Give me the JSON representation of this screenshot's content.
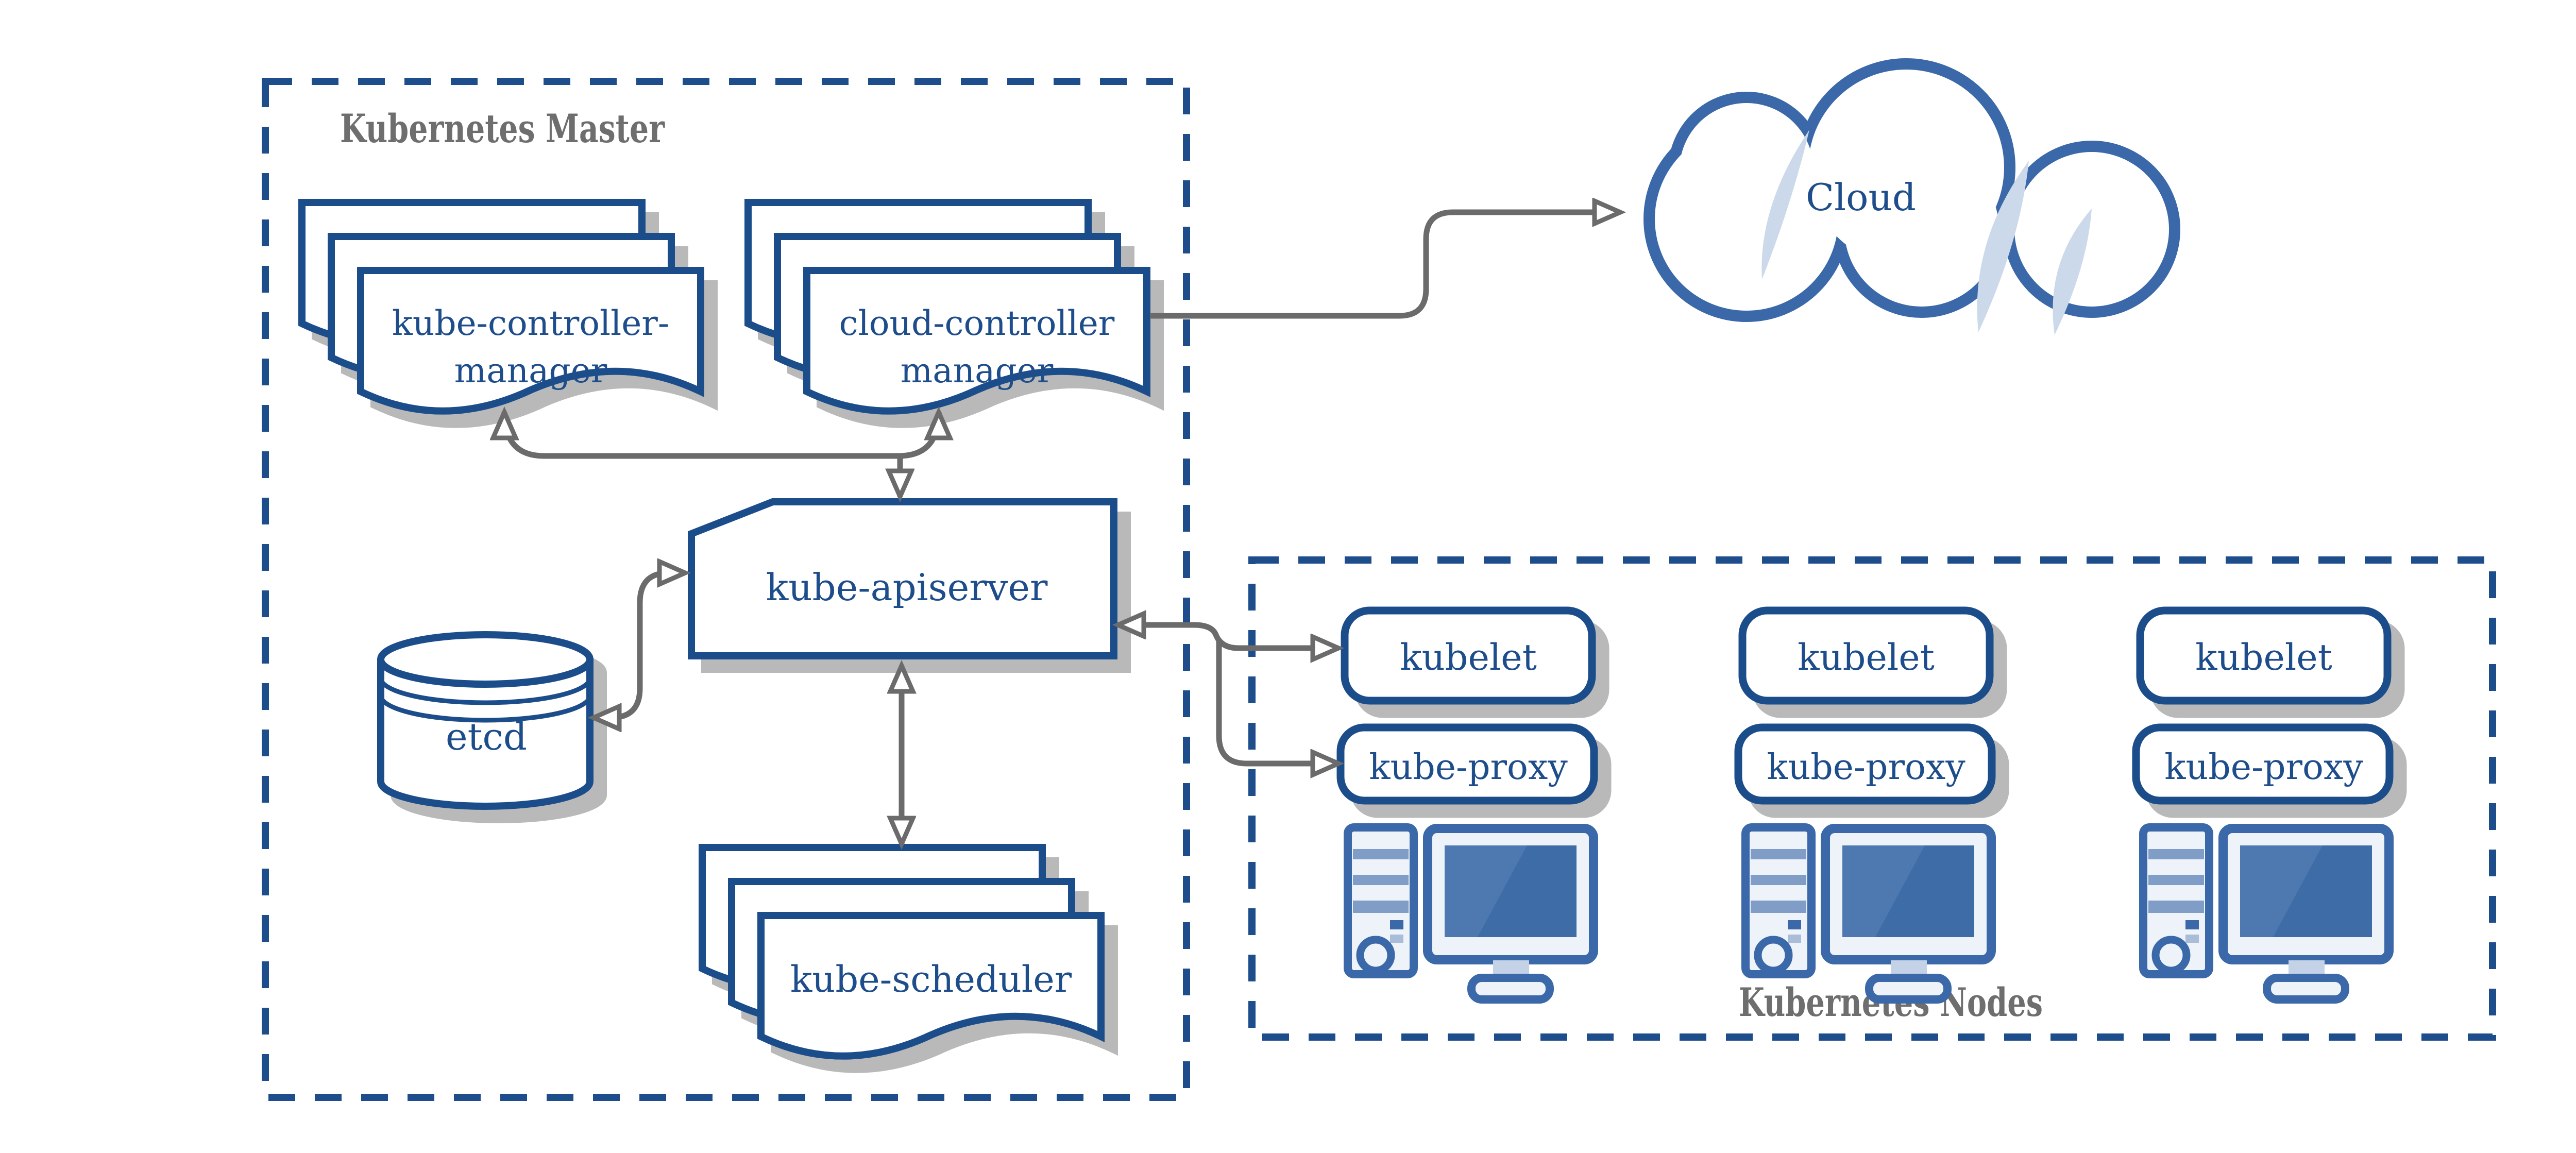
{
  "colors": {
    "primary_border": "#1e4d8b",
    "secondary_blue": "#3a68a8",
    "light_accent": "#ccd9ea",
    "arrow_gray": "#6b6b6b",
    "section_label_gray": "#6e6e6e",
    "shadow_gray": "#b9b9b9",
    "background": "#ffffff"
  },
  "master": {
    "label": "Kubernetes Master",
    "kube_controller_manager": {
      "line1": "kube-controller-",
      "line2": "manager"
    },
    "cloud_controller_manager": {
      "line1": "cloud-controller",
      "line2": "manager"
    },
    "kube_apiserver": "kube-apiserver",
    "etcd": "etcd",
    "kube_scheduler": "kube-scheduler"
  },
  "cloud": {
    "label": "Cloud"
  },
  "nodes": {
    "label": "Kubernetes Nodes",
    "items": [
      {
        "kubelet": "kubelet",
        "kube_proxy": "kube-proxy"
      },
      {
        "kubelet": "kubelet",
        "kube_proxy": "kube-proxy"
      },
      {
        "kubelet": "kubelet",
        "kube_proxy": "kube-proxy"
      }
    ]
  }
}
